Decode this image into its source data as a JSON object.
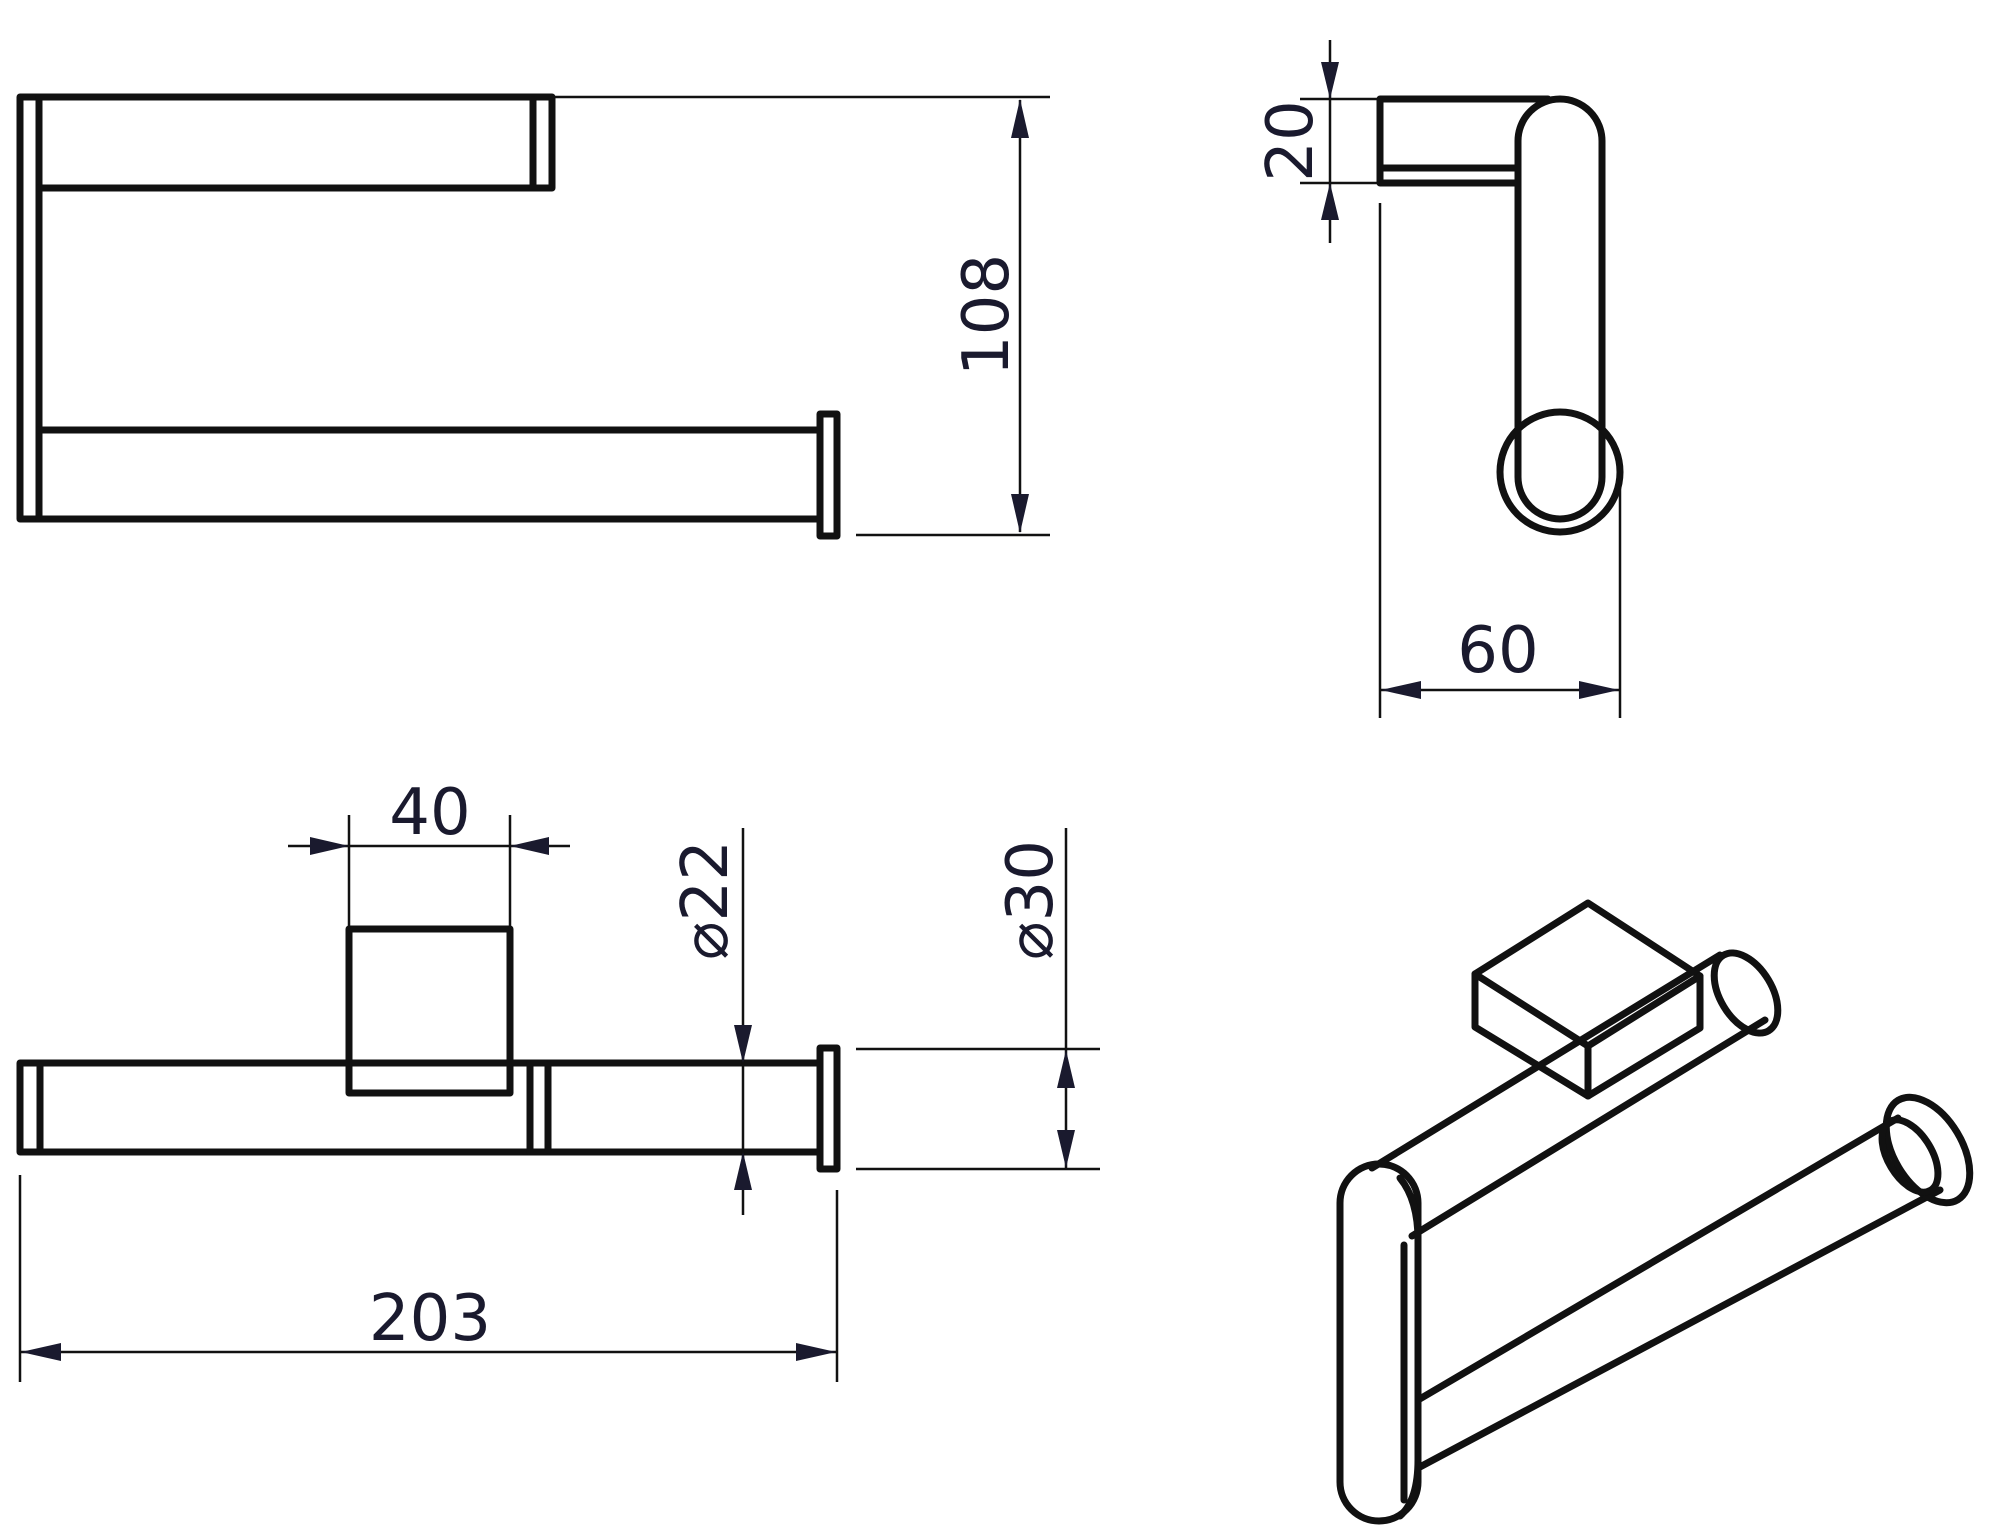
{
  "views": {
    "top": {
      "dimensions": {
        "height": "108"
      }
    },
    "side": {
      "dimensions": {
        "plate_thickness": "20",
        "depth": "60"
      }
    },
    "front": {
      "dimensions": {
        "plate_width": "40",
        "bar_diameter": "⌀22",
        "cap_diameter": "⌀30",
        "overall_length": "203"
      }
    },
    "isometric": {}
  },
  "colors": {
    "line": "#111111",
    "dimension": "#1a1a2e",
    "background": "#ffffff"
  }
}
